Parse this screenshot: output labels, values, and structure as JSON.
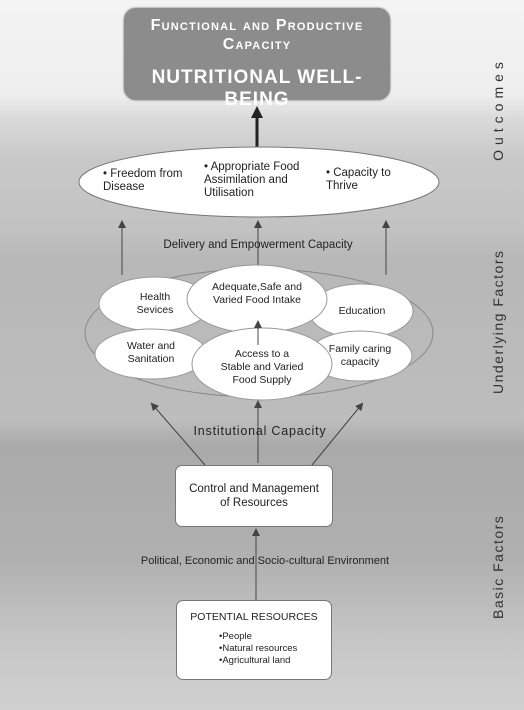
{
  "outcomes": {
    "title_line1": "Functional and Productive",
    "title_line2": "Capacity",
    "title_line3": "NUTRITIONAL WELL-BEING",
    "items": [
      "Freedom from Disease",
      "Appropriate Food Assimilation and Utilisation",
      "Capacity to Thrive"
    ]
  },
  "delivery_label": "Delivery and Empowerment Capacity",
  "underlying": {
    "center_top": "Adequate,Safe and Varied Food Intake",
    "center_bottom": "Access to a Stable and Varied Food Supply",
    "left_top": "Health Sevices",
    "left_bottom": "Water and Sanitation",
    "right_top": "Education",
    "right_bottom": "Family caring capacity"
  },
  "institutional_label": "Institutional Capacity",
  "control_box": "Control and Management of Resources",
  "environment_label": "Political, Economic and Socio-cultural Environment",
  "resources": {
    "title": "POTENTIAL RESOURCES",
    "items": [
      "People",
      "Natural resources",
      "Agricultural land"
    ]
  },
  "side_labels": {
    "outcomes": "Outcomes",
    "underlying": "Underlying Factors",
    "basic": "Basic Factors"
  }
}
